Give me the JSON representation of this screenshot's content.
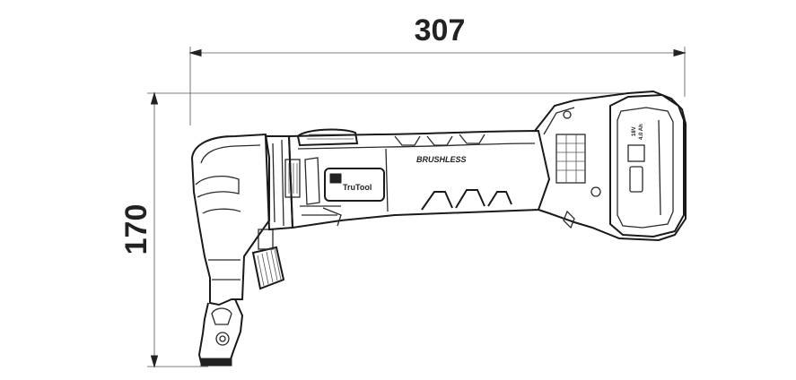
{
  "drawing": {
    "width_dimension": "307",
    "height_dimension": "170",
    "brand_label": "TruTool",
    "motor_label": "BRUSHLESS",
    "battery_label_1": "18V",
    "battery_label_2": "4.0 Ah"
  },
  "colors": {
    "line": "#2a2a2a",
    "background": "#ffffff"
  }
}
